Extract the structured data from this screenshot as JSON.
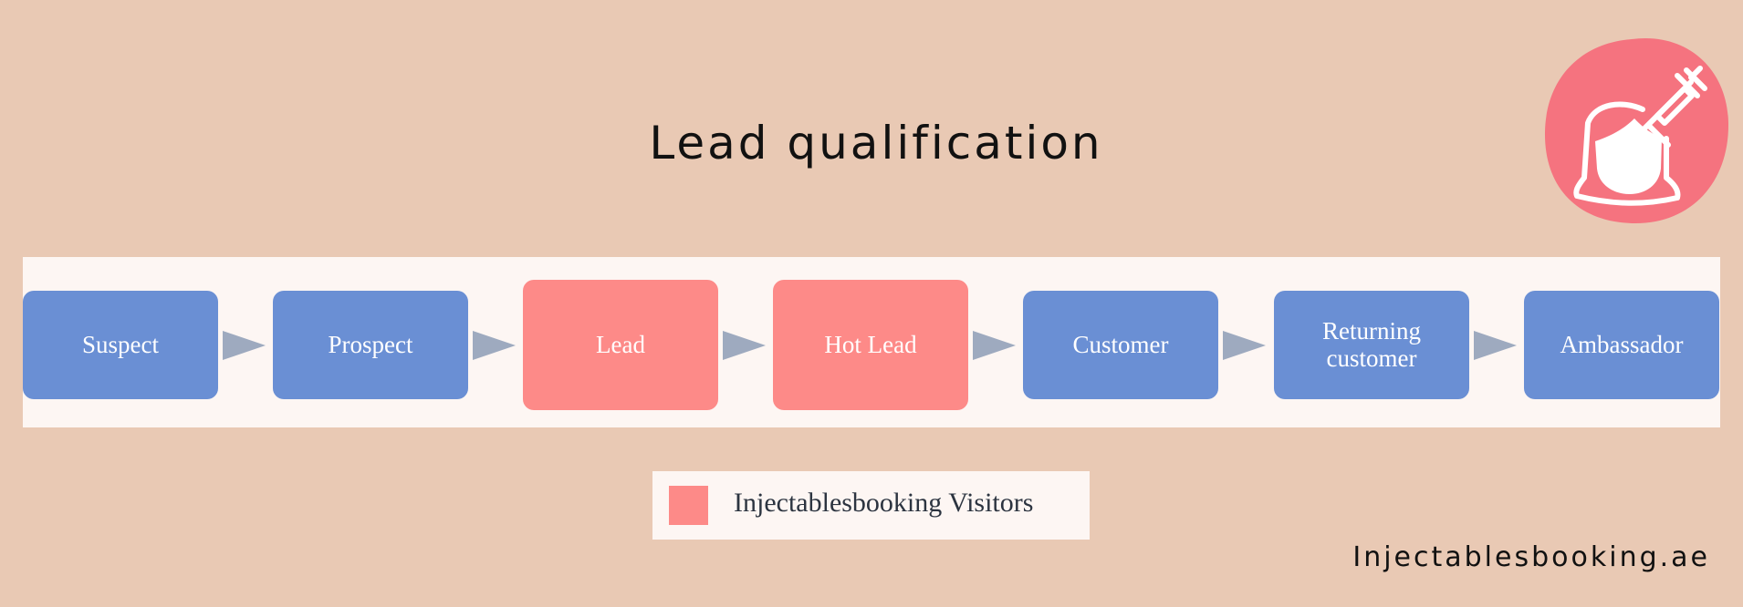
{
  "title": "Lead qualification",
  "stages": [
    {
      "label": "Suspect",
      "highlighted": false
    },
    {
      "label": "Prospect",
      "highlighted": false
    },
    {
      "label": "Lead",
      "highlighted": true
    },
    {
      "label": "Hot Lead",
      "highlighted": true
    },
    {
      "label": "Customer",
      "highlighted": false
    },
    {
      "label": "Returning customer",
      "highlighted": false
    },
    {
      "label": "Ambassador",
      "highlighted": false
    }
  ],
  "legend": {
    "label": "Injectablesbooking Visitors",
    "color": "#fd8a88"
  },
  "footer": "Injectablesbooking.ae",
  "colors": {
    "background": "#e9c9b4",
    "stage": "#6a8fd4",
    "highlight": "#fd8a88",
    "arrow": "#9eaabf",
    "logo": "#f5737f"
  },
  "logo": {
    "icon": "woman-syringe-icon"
  }
}
